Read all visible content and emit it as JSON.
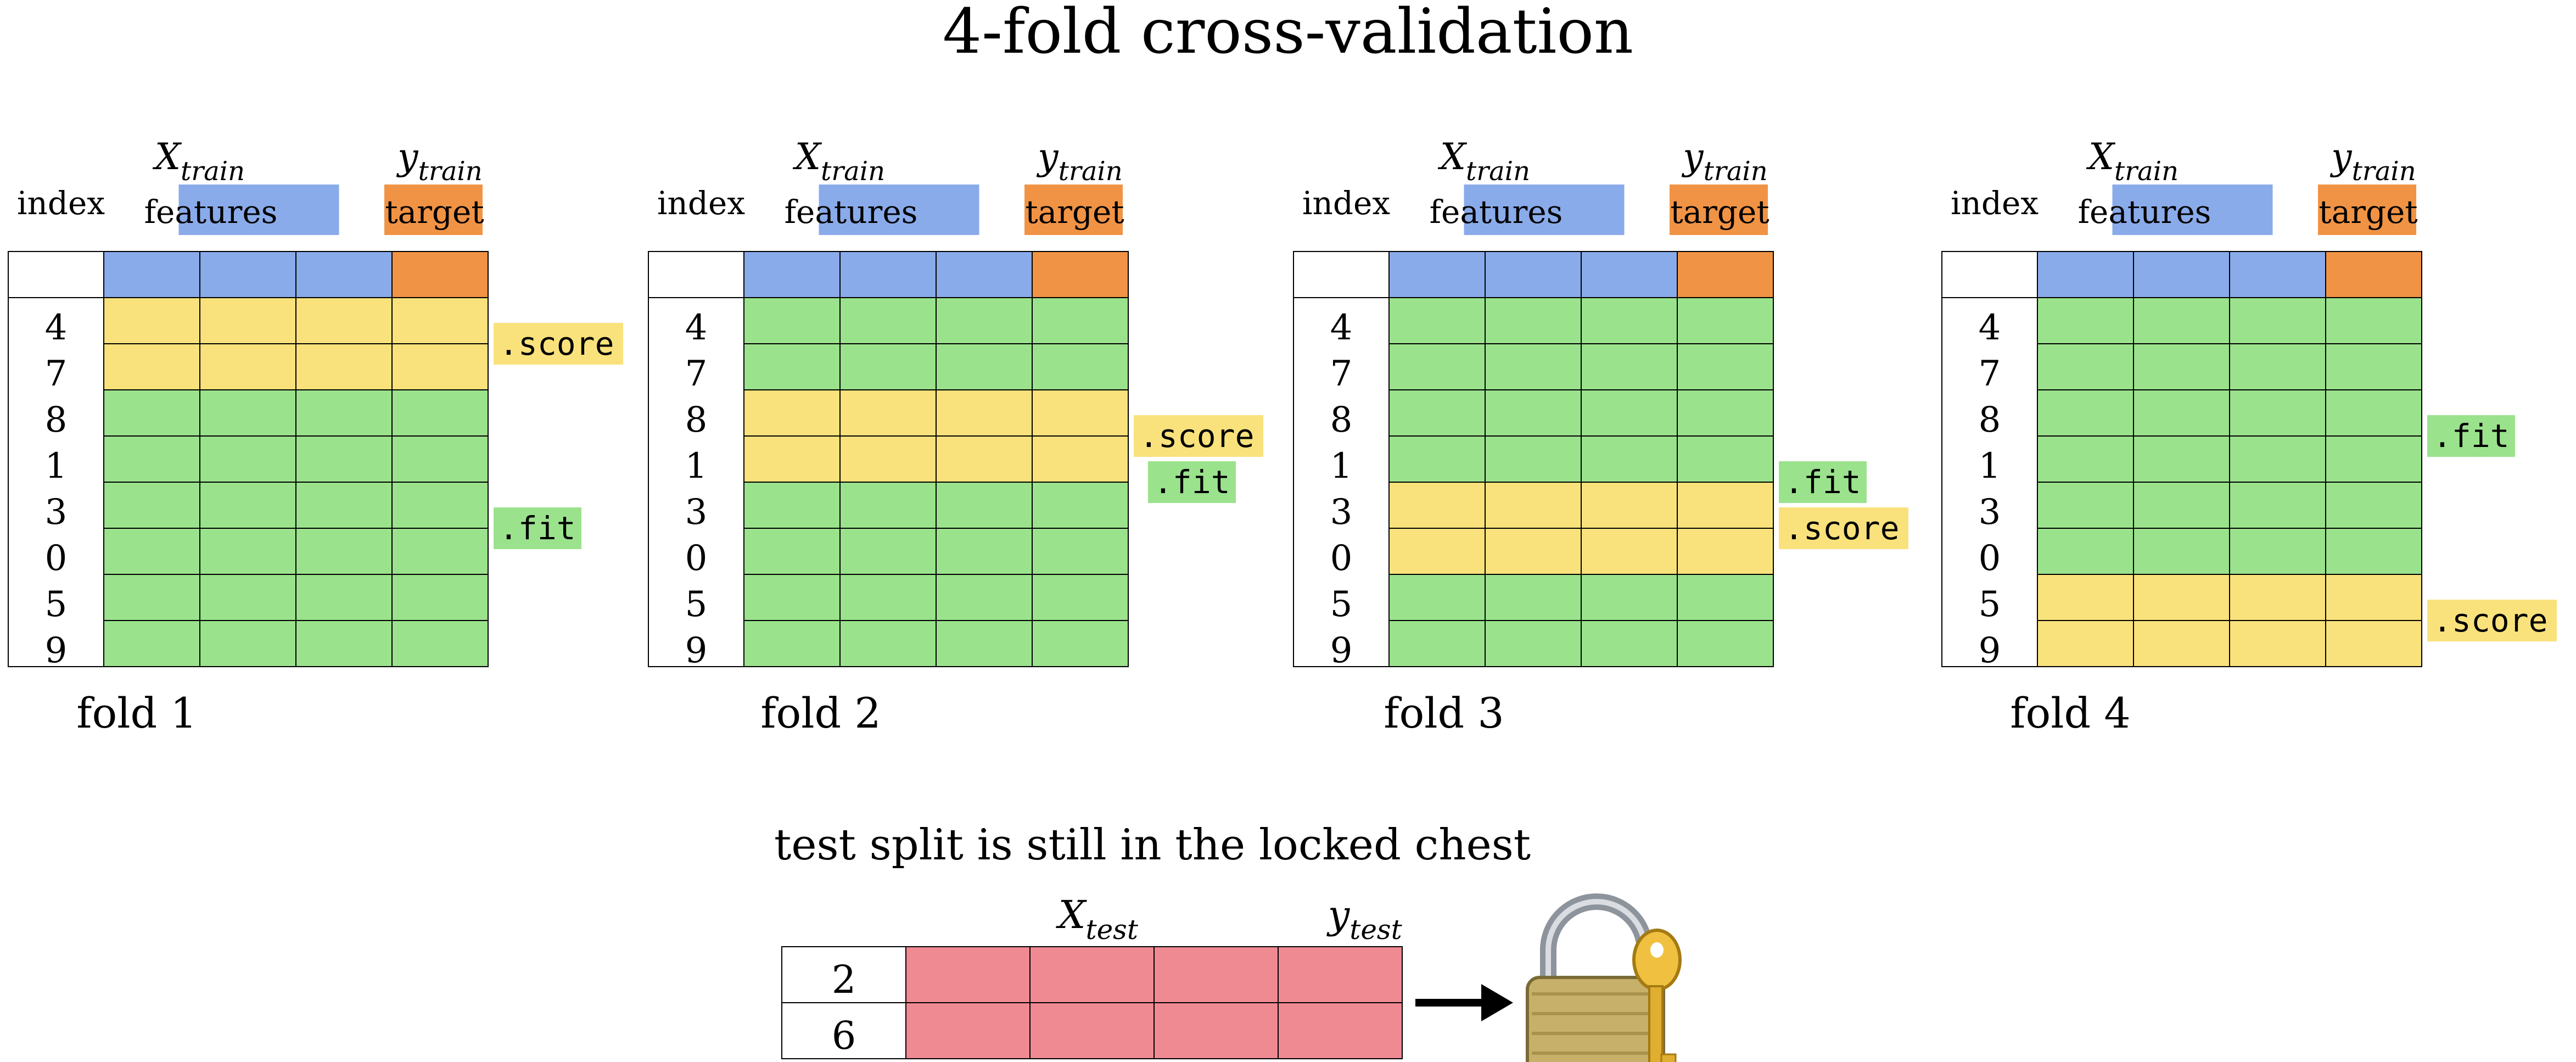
{
  "title": "4-fold cross-validation",
  "colors": {
    "features": "#8aabea",
    "target": "#f19344",
    "fit": "#9be28d",
    "score": "#f9e27c",
    "test": "#ef8a93",
    "grid": "#000000"
  },
  "labels": {
    "index": "index",
    "x_main": "X",
    "x_sub": "train",
    "y_main": "y",
    "y_sub": "train",
    "features": "features",
    "target": "target",
    "fit": ".fit",
    "score": ".score"
  },
  "index_order": [
    "4",
    "7",
    "8",
    "1",
    "3",
    "0",
    "5",
    "9"
  ],
  "folds": [
    {
      "name": "fold 1",
      "score_rows": [
        0,
        1
      ]
    },
    {
      "name": "fold 2",
      "score_rows": [
        2,
        3
      ]
    },
    {
      "name": "fold 3",
      "score_rows": [
        4,
        5
      ]
    },
    {
      "name": "fold 4",
      "score_rows": [
        6,
        7
      ]
    }
  ],
  "test": {
    "caption": "test split is still in the locked chest",
    "x_main": "X",
    "x_sub": "test",
    "y_main": "y",
    "y_sub": "test",
    "rows": [
      "2",
      "6"
    ],
    "icon": "lock-and-key-icon"
  }
}
